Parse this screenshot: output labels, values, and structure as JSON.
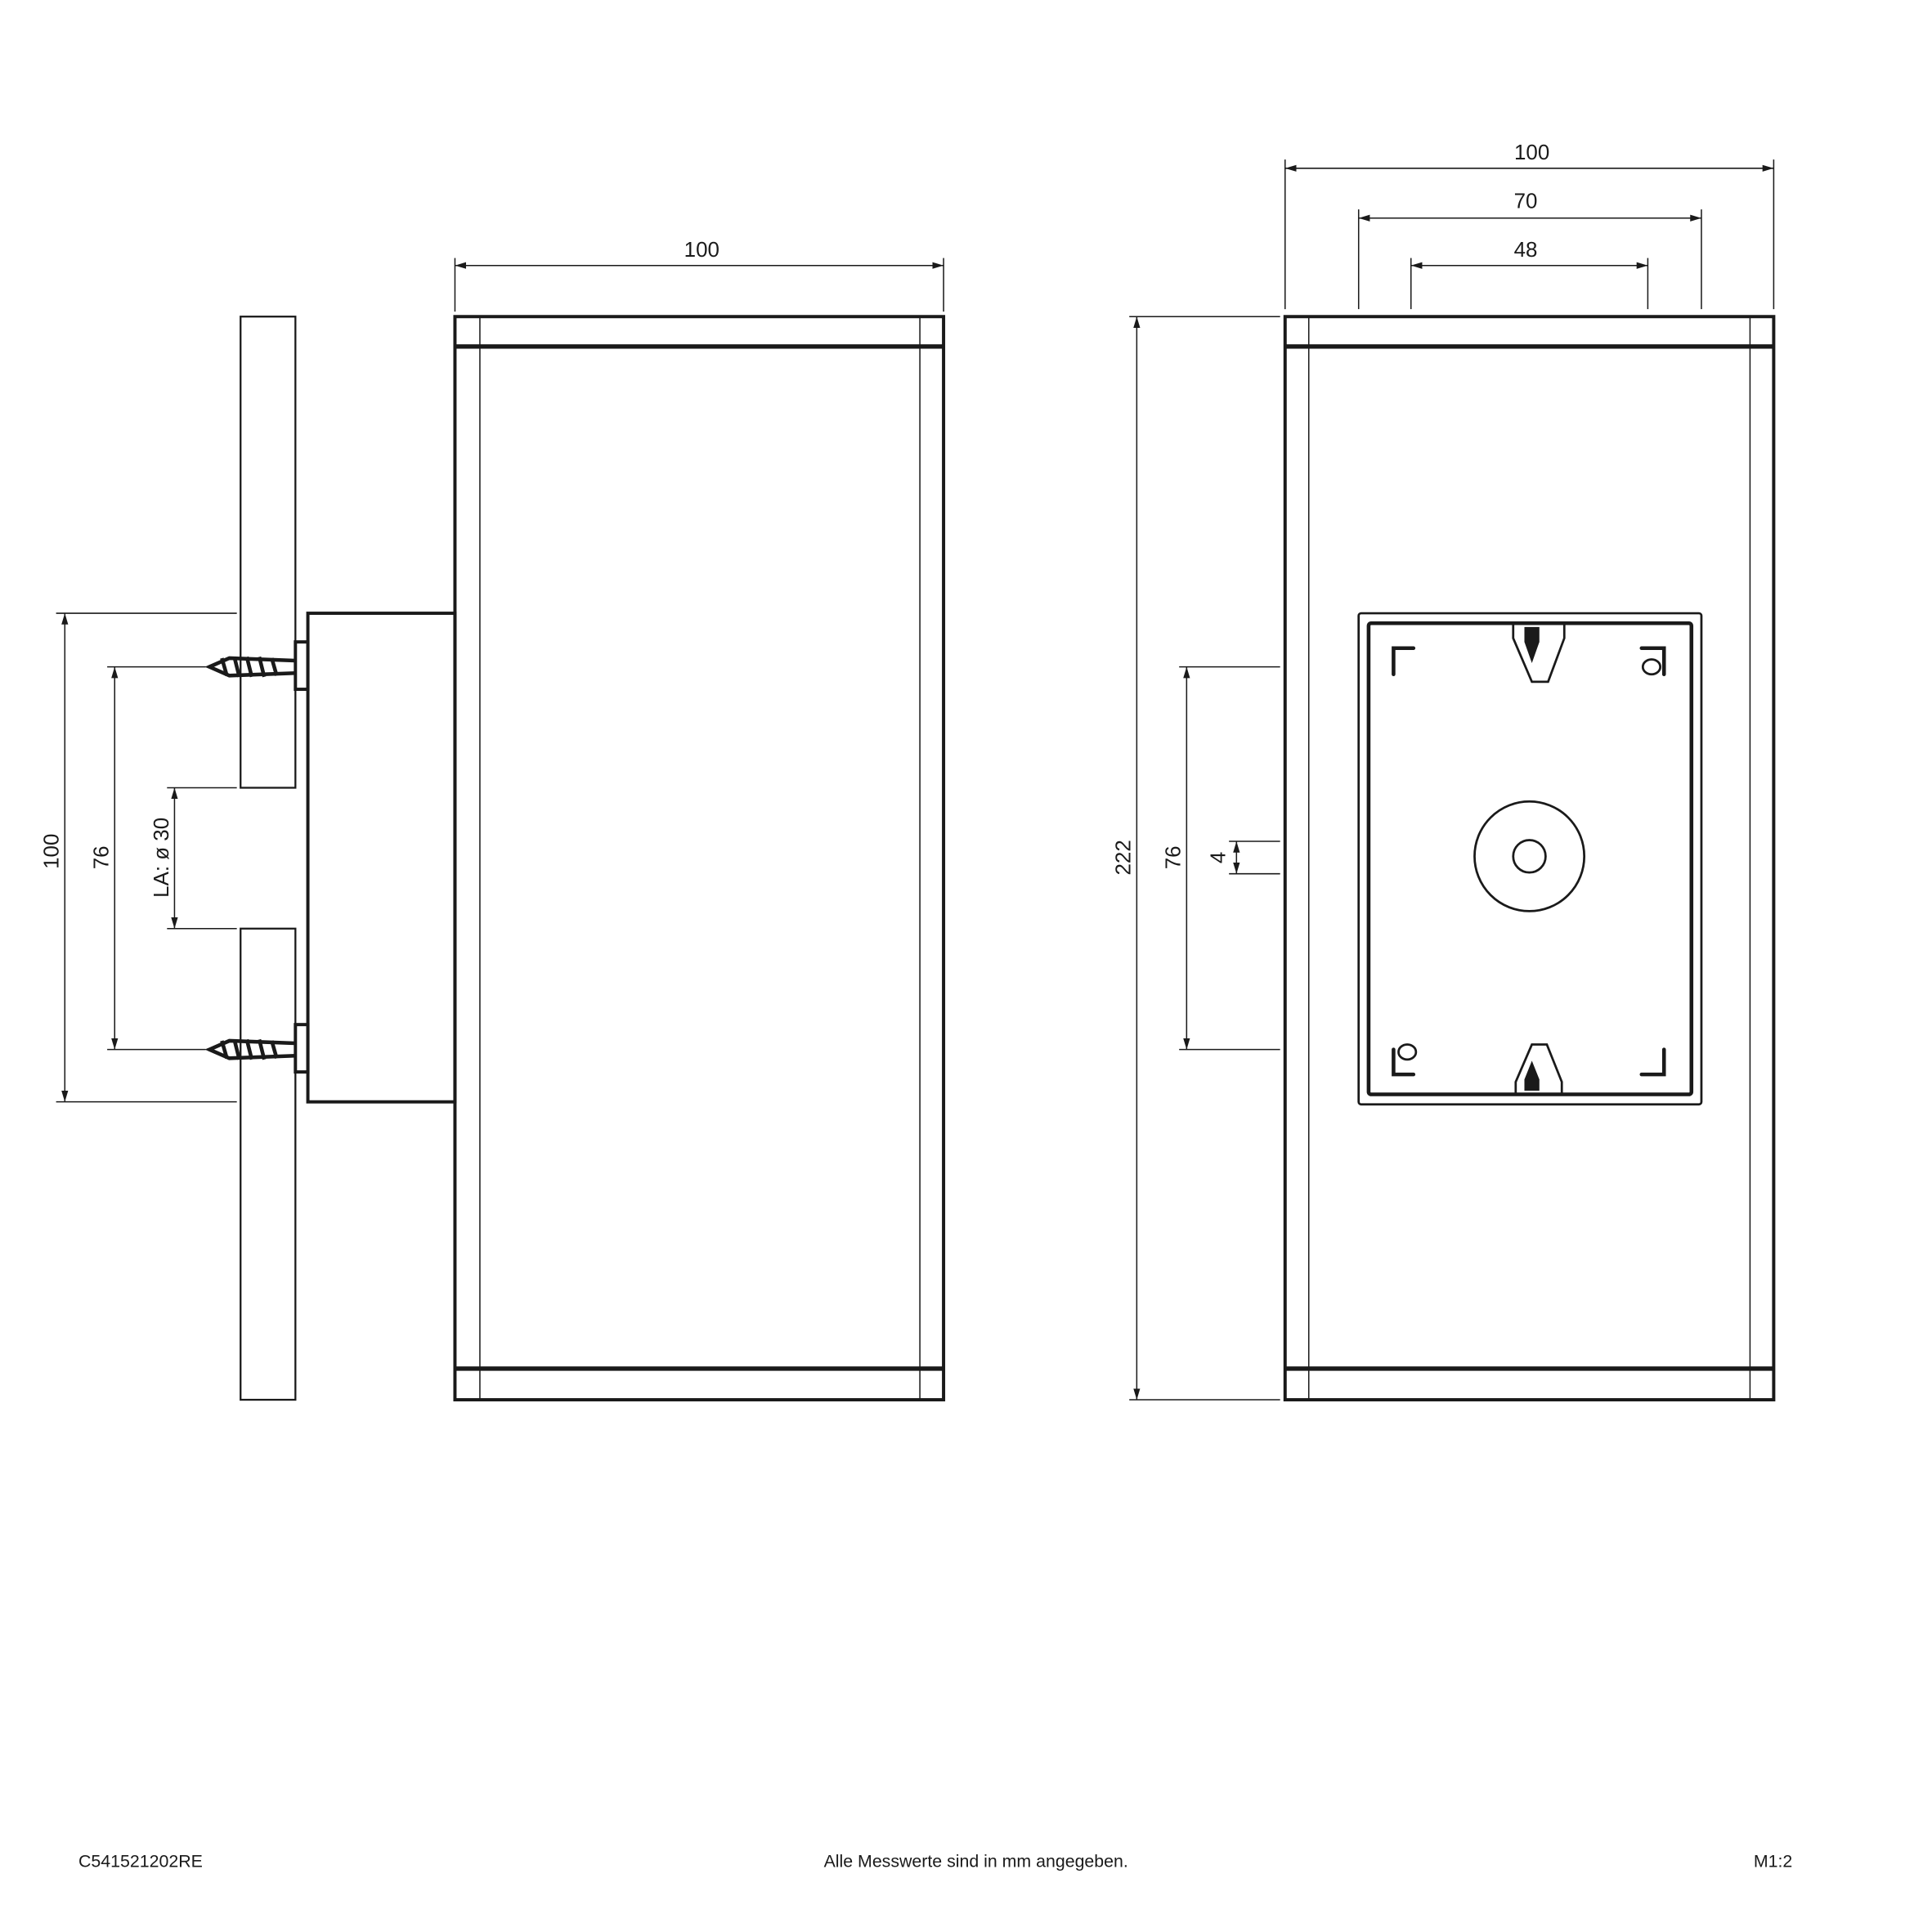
{
  "dimensions": {
    "side_width": "100",
    "front_width": "100",
    "plate_width": "70",
    "hole_spacing_h": "48",
    "height": "222",
    "bracket_height": "100",
    "screw_spacing_side": "76",
    "screw_spacing_front": "76",
    "cable_outlet": "LA: ø 30",
    "offset": "4"
  },
  "footer": {
    "article_number": "C541521202RE",
    "note": "Alle Messwerte sind in mm angegeben.",
    "scale": "M1:2"
  },
  "colors": {
    "line": "#1a1a1a",
    "background": "#ffffff"
  }
}
